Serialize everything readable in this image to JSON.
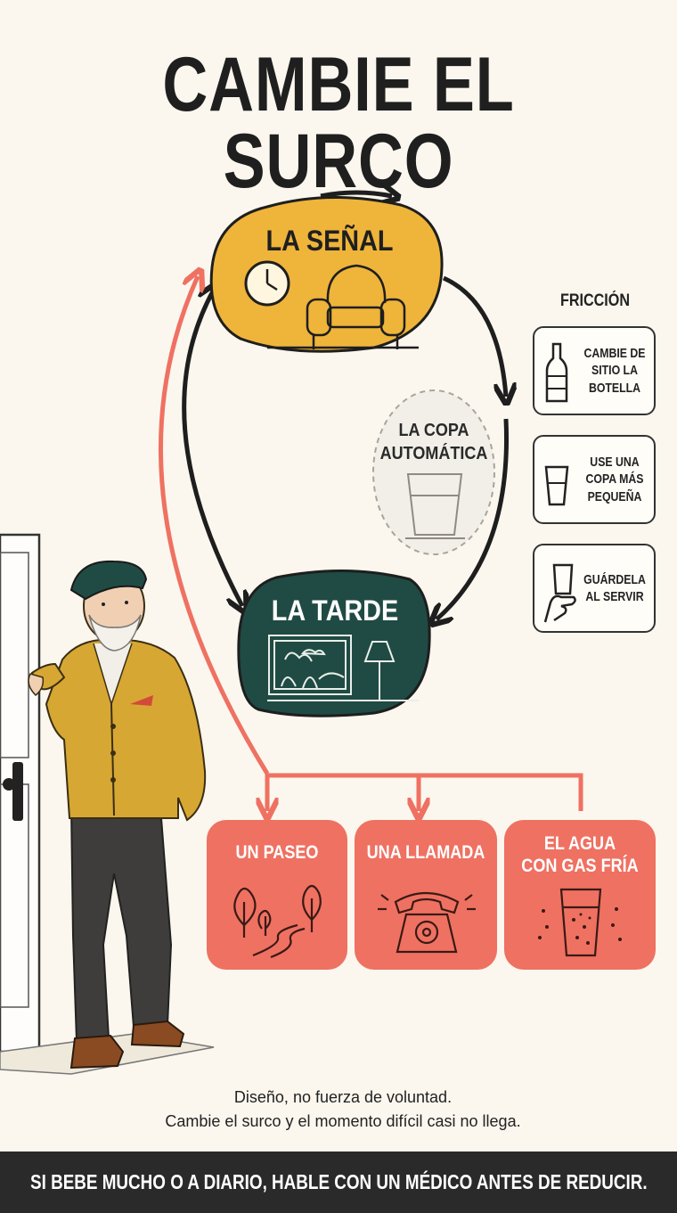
{
  "title": "CAMBIE EL SURCO",
  "loop": {
    "cue": "LA SEÑAL",
    "routine": [
      "LA COPA",
      "AUTOMÁTICA"
    ],
    "time": "LA TARDE"
  },
  "friction": {
    "title": "FRICCIÓN",
    "items": [
      {
        "lines": [
          "CAMBIE DE",
          "SITIO LA",
          "BOTELLA"
        ],
        "icon": "bottle-icon"
      },
      {
        "lines": [
          "USE UNA",
          "COPA MÁS",
          "PEQUEÑA"
        ],
        "icon": "small-glass-icon"
      },
      {
        "lines": [
          "GUÁRDELA",
          "AL SERVIR"
        ],
        "icon": "hand-glass-icon"
      }
    ]
  },
  "alternatives": [
    {
      "lines": [
        "UN PASEO"
      ],
      "icon": "trees-path-icon"
    },
    {
      "lines": [
        "UNA LLAMADA"
      ],
      "icon": "telephone-icon"
    },
    {
      "lines": [
        "EL AGUA",
        "CON GAS FRÍA"
      ],
      "icon": "sparkling-water-icon"
    }
  ],
  "caption": {
    "line1": "Diseño, no fuerza de voluntad.",
    "line2": "Cambie el surco y el momento difícil casi no llega."
  },
  "footer": "SI BEBE MUCHO O A DIARIO, HABLE CON UN MÉDICO ANTES DE REDUCIR.",
  "colors": {
    "background": "#fbf7ee",
    "cue": "#efb43a",
    "time": "#1f4b44",
    "alternative": "#ef7162",
    "arrow_dark": "#1e1e1e",
    "arrow_coral": "#ef7162",
    "footer_bar": "#2a2a2a"
  }
}
